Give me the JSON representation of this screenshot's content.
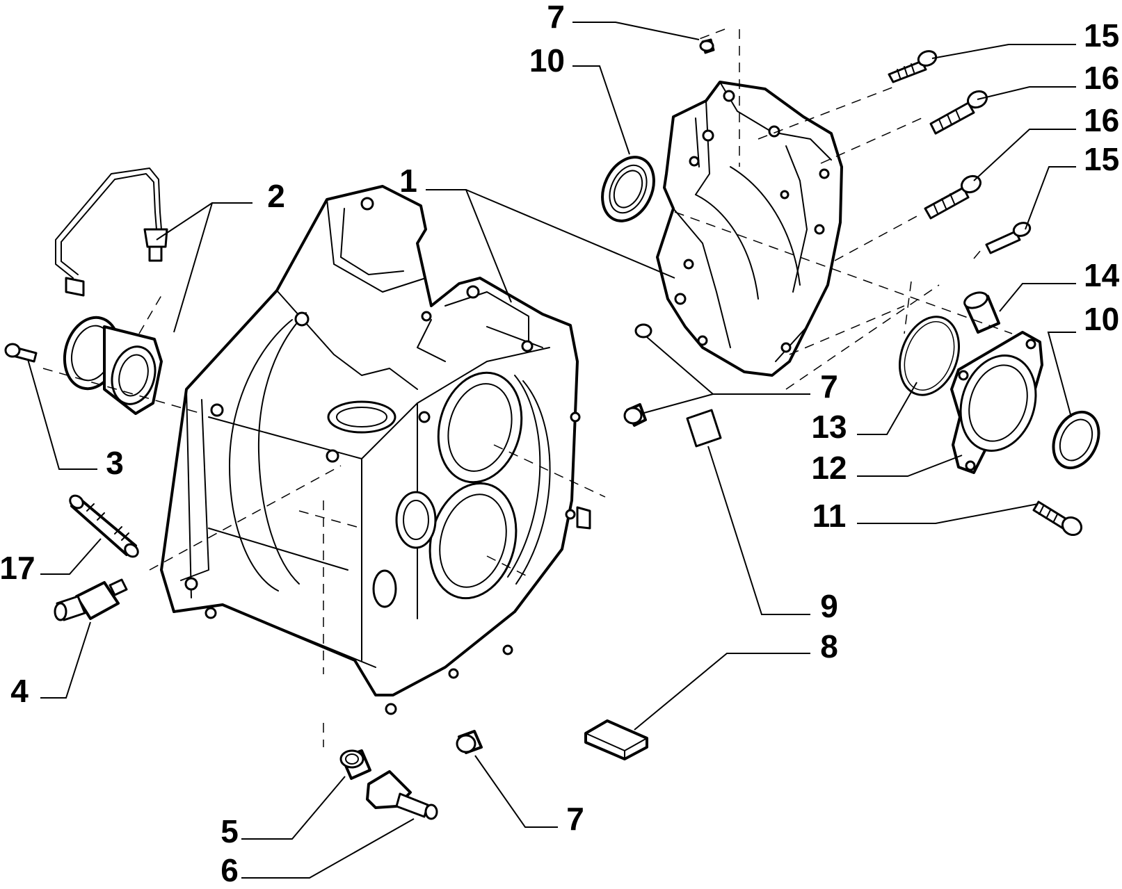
{
  "callouts": [
    {
      "id": "c7a",
      "label": "7"
    },
    {
      "id": "c10a",
      "label": "10"
    },
    {
      "id": "c15a",
      "label": "15"
    },
    {
      "id": "c16a",
      "label": "16"
    },
    {
      "id": "c16b",
      "label": "16"
    },
    {
      "id": "c15b",
      "label": "15"
    },
    {
      "id": "c14",
      "label": "14"
    },
    {
      "id": "c10b",
      "label": "10"
    },
    {
      "id": "c2",
      "label": "2"
    },
    {
      "id": "c1",
      "label": "1"
    },
    {
      "id": "c3",
      "label": "3"
    },
    {
      "id": "c17",
      "label": "17"
    },
    {
      "id": "c4",
      "label": "4"
    },
    {
      "id": "c5",
      "label": "5"
    },
    {
      "id": "c6",
      "label": "6"
    },
    {
      "id": "c7b",
      "label": "7"
    },
    {
      "id": "c7c",
      "label": "7"
    },
    {
      "id": "c13",
      "label": "13"
    },
    {
      "id": "c12",
      "label": "12"
    },
    {
      "id": "c11",
      "label": "11"
    },
    {
      "id": "c9",
      "label": "9"
    },
    {
      "id": "c8",
      "label": "8"
    }
  ],
  "colors": {
    "ink": "#000000",
    "paper": "#ffffff"
  }
}
